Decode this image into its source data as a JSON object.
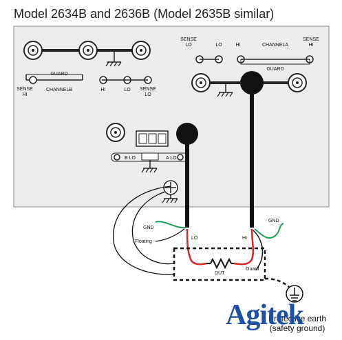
{
  "title": "Model 2634B and 2636B (Model 2635B similar)",
  "labels": {
    "sense_lo_a": [
      "SENSE",
      "LO"
    ],
    "lo_a": "LO",
    "hi_a": "HI",
    "channel_a": "CHANNELA",
    "sense_hi_a": [
      "SENSE",
      "HI"
    ],
    "guard_a": "GUARD",
    "guard_b": "GUARD",
    "sense_hi_b": [
      "SENSE",
      "HI"
    ],
    "channel_b": "CHANNELB",
    "hi_b": "HI",
    "lo_b": "LO",
    "sense_lo_b": [
      "SENSE",
      "LO"
    ],
    "b_lo": "B LO",
    "a_lo": "A LO",
    "gnd_left": "GND",
    "floating": "Floating",
    "lo_cable": "LO",
    "hi_cable": "HI",
    "gnd_right": "GND",
    "dut": "DUT",
    "guard_cable": "Guard",
    "protective_earth": [
      "Protective earth",
      "(safety ground)"
    ]
  },
  "colors": {
    "cable": "#111111",
    "red": "#d62828",
    "green": "#1f9e5a",
    "panel": "#ececec",
    "logo": "#1f4fa0"
  },
  "logo_text": "Agitek"
}
